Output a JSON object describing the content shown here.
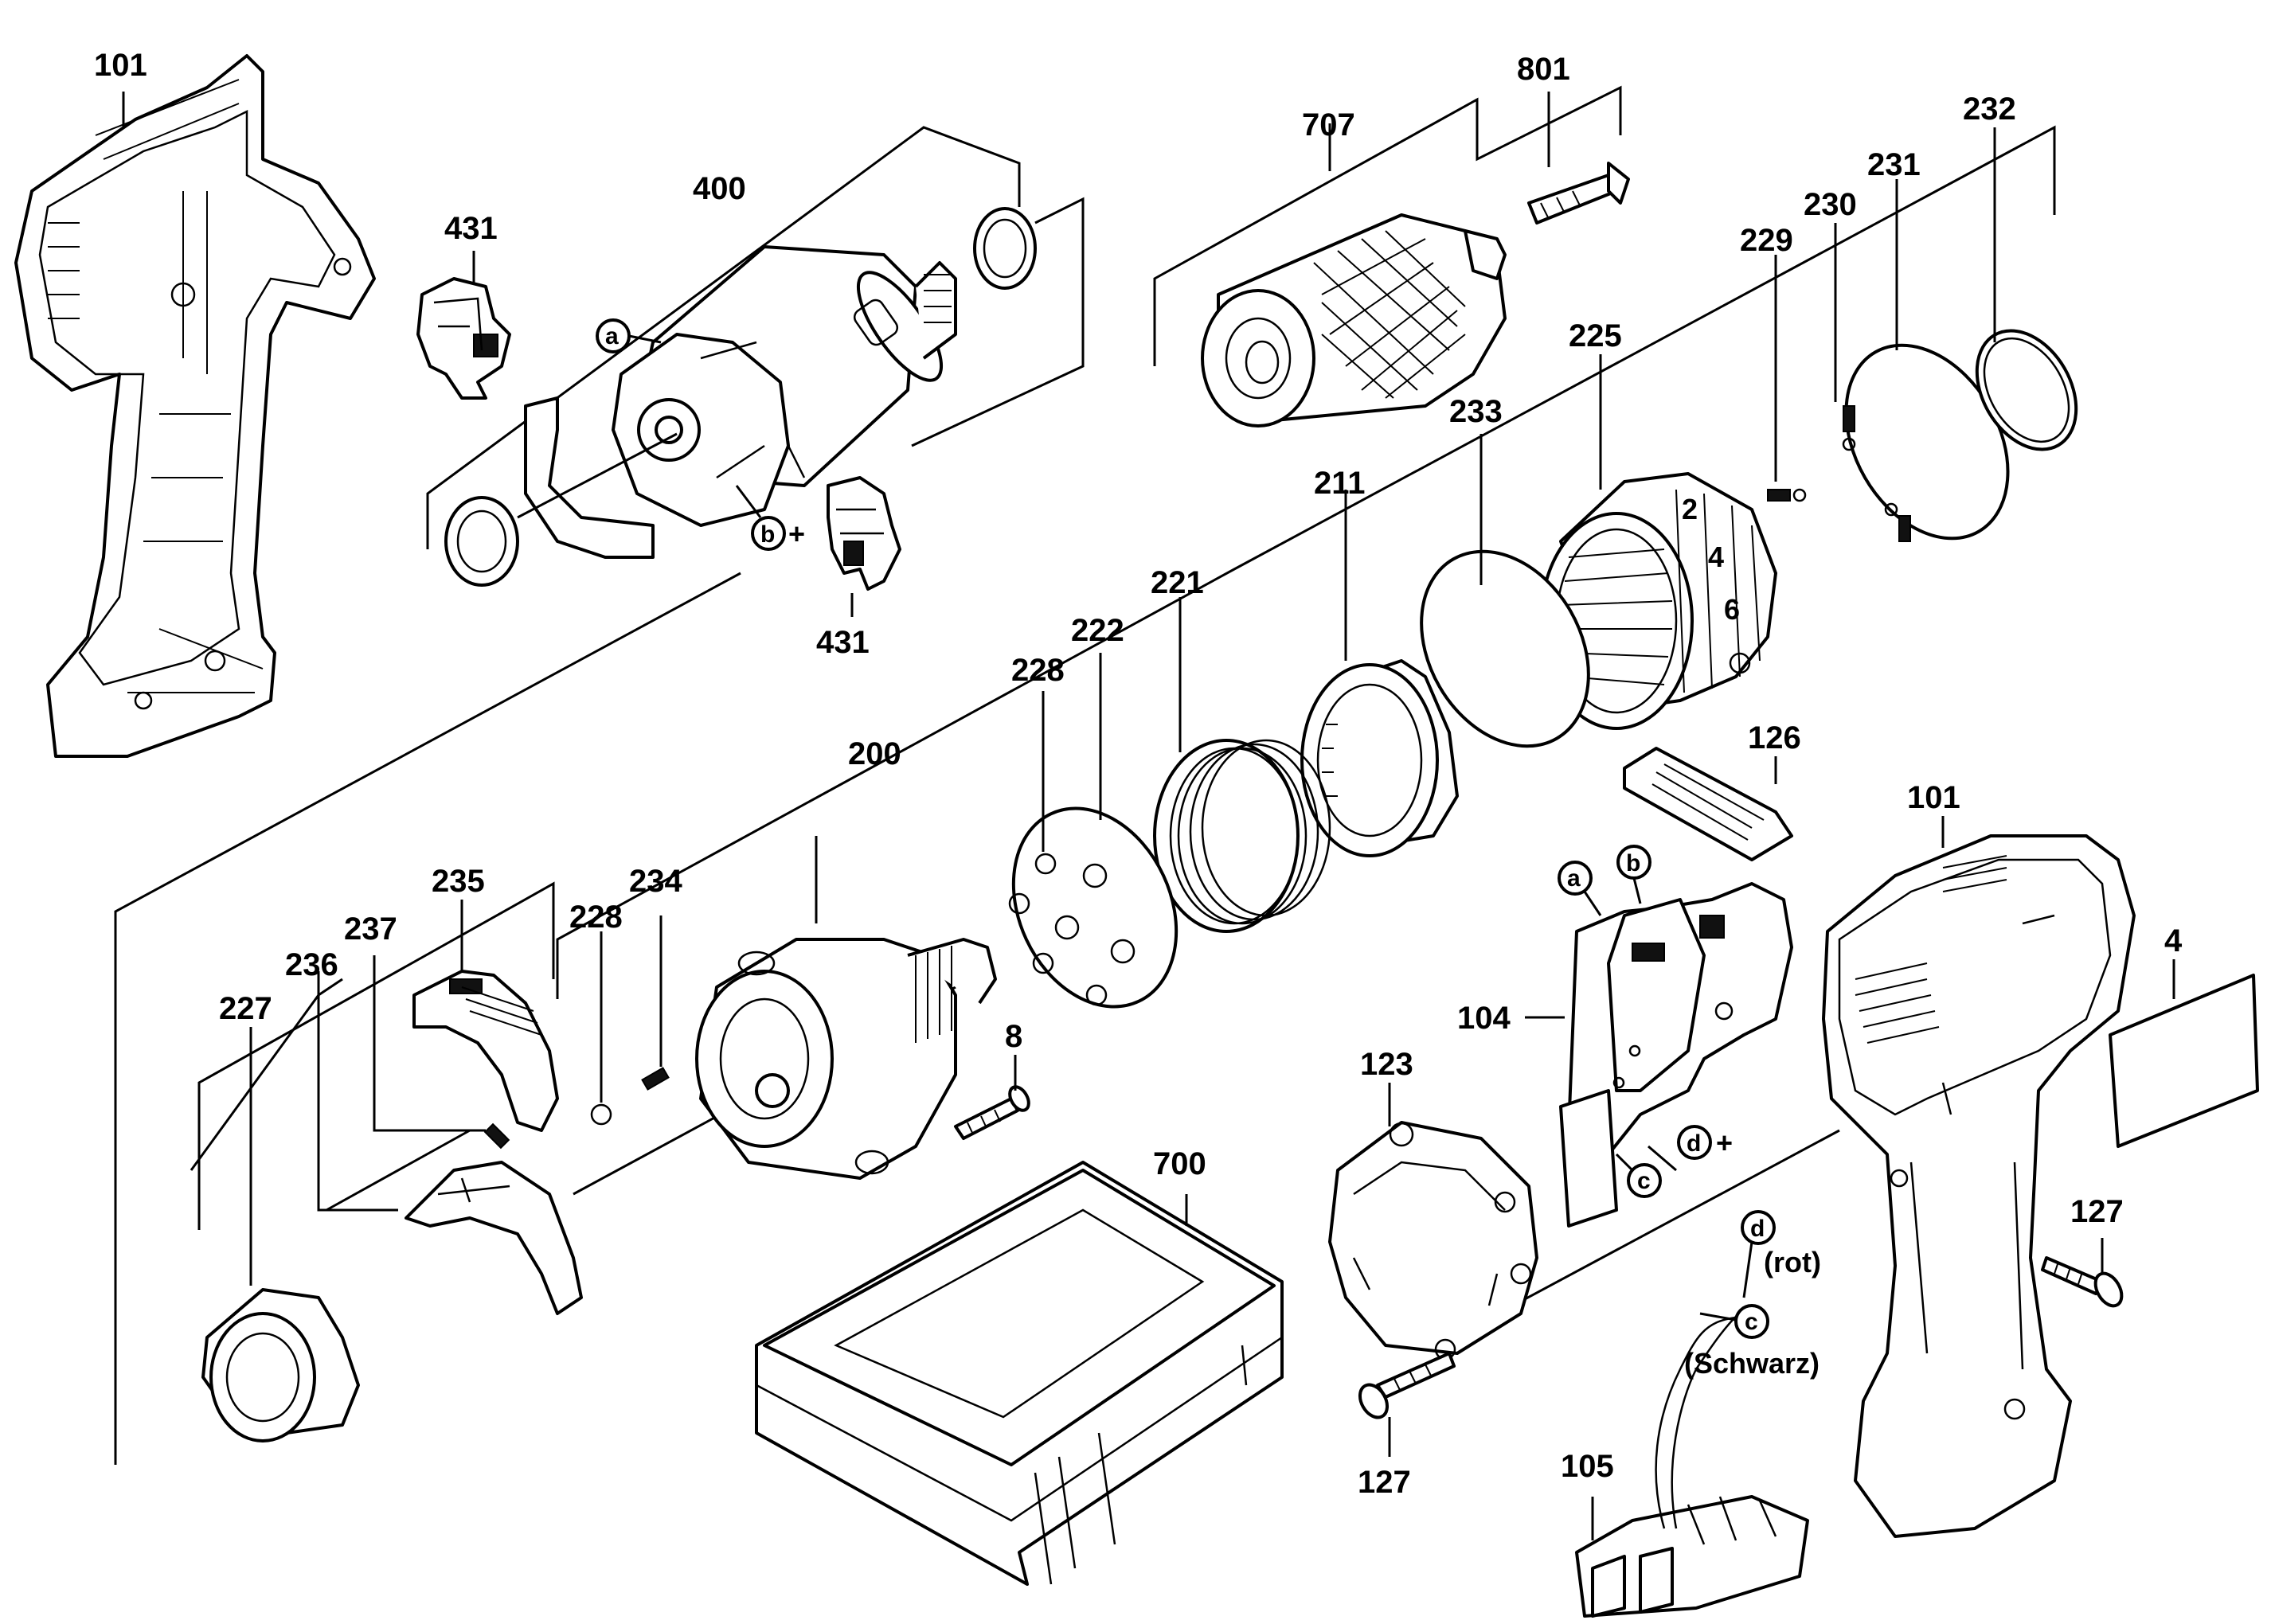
{
  "title": "",
  "part_labels": {
    "p101_top": "101",
    "p431_top": "431",
    "p400": "400",
    "p707": "707",
    "p801": "801",
    "p232": "232",
    "p230": "230",
    "p231": "231",
    "p229": "229",
    "p225": "225",
    "p233": "233",
    "p211": "211",
    "p221": "221",
    "p222": "222",
    "p228_top": "228",
    "p200": "200",
    "p431_bottom": "431",
    "p126": "126",
    "p101_bottom": "101",
    "p4": "4",
    "p235": "235",
    "p234": "234",
    "p237": "237",
    "p228_bottom": "228",
    "p236": "236",
    "p227": "227",
    "p8": "8",
    "p104": "104",
    "p123": "123",
    "p700": "700",
    "p127_right": "127",
    "p127_bottom": "127",
    "p105": "105"
  },
  "callouts": {
    "a_motor": "a",
    "b_motor": "b",
    "b_motor_sign": "+",
    "a_switch": "a",
    "b_switch": "b",
    "d_switch": "d",
    "d_switch_sign": "+",
    "c_switch": "c",
    "d_wire": "d",
    "d_wire_note": "(rot)",
    "c_wire": "c",
    "c_wire_note": "(Schwarz)"
  },
  "gear_ring_numbers": [
    "2",
    "4",
    "6"
  ]
}
